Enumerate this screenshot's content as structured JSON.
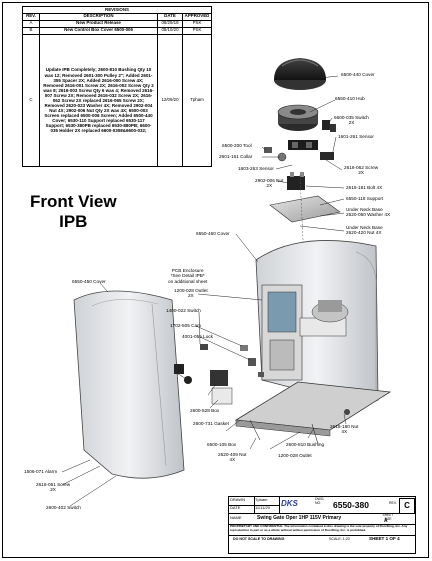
{
  "revisions": {
    "title": "REVISIONS",
    "headers": [
      "REV.",
      "DESCRIPTION",
      "DATE",
      "APPROVED"
    ],
    "rows": [
      {
        "rev": "A",
        "desc": "New Product Release",
        "date": "08/29/18",
        "approved": "PSK"
      },
      {
        "rev": "B",
        "desc": "New Control Box Cover 6500-006",
        "date": "08/10/20",
        "approved": "PSK"
      },
      {
        "rev": "C",
        "desc": "Update IPB Completely; 2600-810 Bushing Qty 10 was 12; Removed 2601-300 Pulley 2\"; Added 2601-355 Spacer 2X; Added 2616-000 Screw 4X; Removed 2616-001 Screw 2X; 2616-002 Screw Qty 2 was 8; 2616-003 Screw Qty 6 was 4; Removed 2616-007 Screw 2X; Removed 2616-032 Screw 2X; 2616-062 Screw 2X replaced 2616-065 Screw 2X; Removed 2620-023 Washer 4X; Removed 2902-004 Nut 4X; 2902-006 Nut Qty 2X was 4X; 6500-003 Screen replaced 6500-006 Screen; Added 6500-440 Cover; 6530-110 Support replaced 6530-117 Support; 6530-380PB replaced 6530-880PB; 6600-035 Holder 2X replaced 6600-0308&6600-032;",
        "date": "12/09/20",
        "approved": "Tpham"
      }
    ]
  },
  "front_view": {
    "line1": "Front View",
    "line2": "IPB"
  },
  "callouts": {
    "cover_440": "6500-440 Cover",
    "hub": "6550-410 Hub",
    "switch": "6600-035 Switch",
    "switch_qty": "2X",
    "sensor_1601": "1601-261 Sensor",
    "tool": "6500-200 Tool",
    "collar": "2601-161 Collar",
    "sensor_1603": "1603-263 Sensor",
    "screw_2616_062": "2616-062 Screw",
    "screw_2616_062_qty": "2X",
    "nut_2902": "2902-006 Nut",
    "nut_2902_qty": "2X",
    "bolt": "2615-181 Bolt 4X",
    "support": "6550-118 Support",
    "washer_line1": "Under Neck Base",
    "washer_line2": "2620-050 Washer",
    "washer_qty": "4X",
    "nut_under_line1": "Under Neck Base",
    "nut_under_line2": "2620-420 Nut",
    "nut_under_qty": "4X",
    "cover_460": "6550-460 Cover",
    "pcb_line1": "PCB Enclosure",
    "pcb_line2": "*See Detail IPB*",
    "pcb_line3": "on additional sheet",
    "cover_450": "6550-450 Cover",
    "outlet_top": "1200-028 Outlet",
    "outlet_top_qty": "2X",
    "switch_1400": "1400-022 Switch",
    "cam": "1702-505 Cam",
    "lock": "4001-055 Lock",
    "box_528": "2600-528 Box",
    "gasket": "2600-731 Gasket",
    "nut_2616_180": "2616-180 Nut",
    "nut_2616_180_qty": "4X",
    "box_105": "6500-105 Box",
    "bushing": "2600-810 Bushing",
    "nut_2620_409": "2620-409 Nut",
    "nut_2620_409_qty": "4X",
    "outlet_bottom": "1200-028 Outlet",
    "alarm": "1506-071 Alarm",
    "screw_2616_051": "2616-051 Screw",
    "screw_2616_051_qty": "2X",
    "switch_2600_402": "2600-402 Switch"
  },
  "title_block": {
    "drawn_label": "DRAWN",
    "drawn_by": "Tpham",
    "date_label": "DATE",
    "date": "11/11/20",
    "logo": "DKS",
    "dwg_label": "DWG. NO.",
    "dwg_no": "6550-380",
    "rev_label": "REV.",
    "rev": "C",
    "name_label": "NAME",
    "name": "Swing Gate Oper 1HP 115V Primary",
    "sheet_size_label": "SHEET SIZE",
    "sheet_size": "A",
    "proprietary": "PROPRIETARY AND CONFIDENTIAL The information contained in this drawing is the sole property of DoorKing, Inc. Any reproduction in part or as a whole without written permission of DoorKing, Inc. is prohibited.",
    "do_not_scale": "DO NOT SCALE TO DRAWING",
    "scale": "SCALE: 1:20",
    "sheet": "SHEET 1 OF 4"
  }
}
